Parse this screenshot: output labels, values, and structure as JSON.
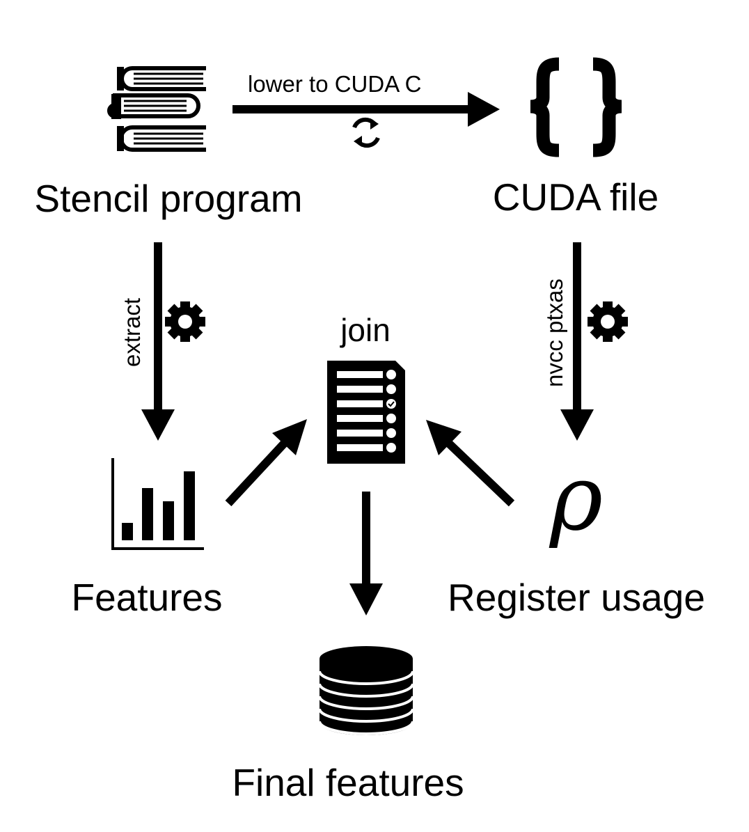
{
  "nodes": {
    "stencil_program": "Stencil program",
    "cuda_file": "CUDA file",
    "features": "Features",
    "register_usage": "Register usage",
    "final_features": "Final features",
    "join": "join"
  },
  "edges": {
    "lower": "lower to CUDA C",
    "extract": "extract",
    "nvcc": "nvcc ptxas"
  },
  "symbols": {
    "rho": "ρ"
  },
  "icons": [
    "books-icon",
    "curly-braces-icon",
    "bar-chart-icon",
    "checklist-document-icon",
    "database-icon",
    "gear-icon",
    "refresh-icon"
  ],
  "colors": {
    "ink": "#000000",
    "background": "#ffffff"
  }
}
